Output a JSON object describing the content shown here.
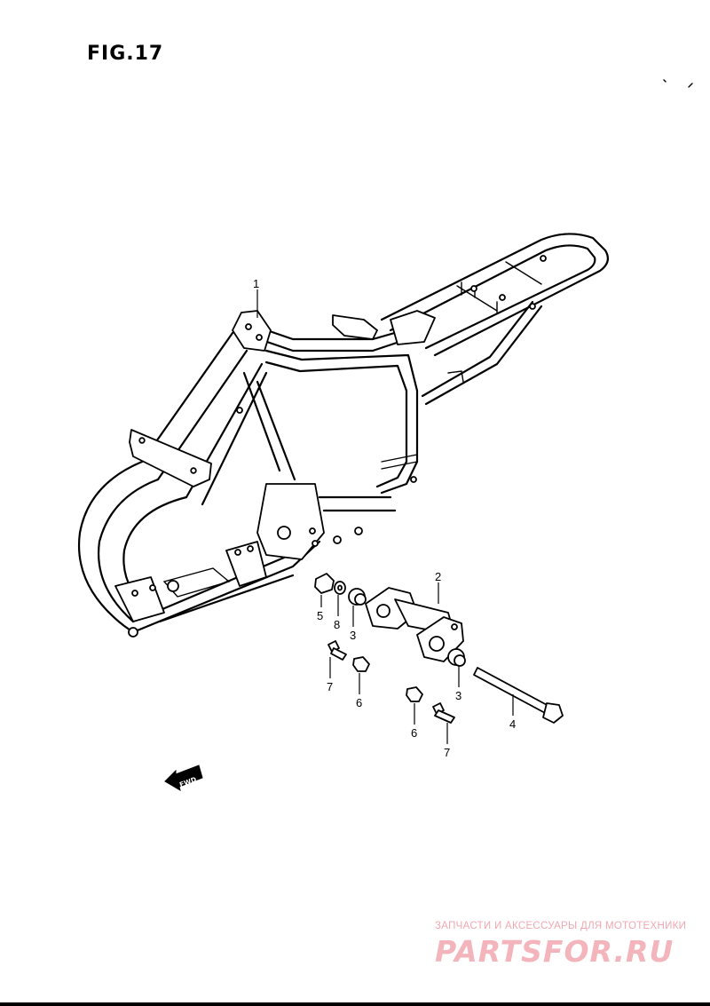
{
  "figure": {
    "title": "FIG.17"
  },
  "callouts": [
    {
      "id": "callout-1",
      "label": "1"
    },
    {
      "id": "callout-2",
      "label": "2"
    },
    {
      "id": "callout-3a",
      "label": "3"
    },
    {
      "id": "callout-3b",
      "label": "3"
    },
    {
      "id": "callout-4",
      "label": "4"
    },
    {
      "id": "callout-5",
      "label": "5"
    },
    {
      "id": "callout-6a",
      "label": "6"
    },
    {
      "id": "callout-6b",
      "label": "6"
    },
    {
      "id": "callout-7a",
      "label": "7"
    },
    {
      "id": "callout-7b",
      "label": "7"
    },
    {
      "id": "callout-8",
      "label": "8"
    }
  ],
  "fwd_arrow": {
    "label": "FWD",
    "icon": "fwd-arrow-icon"
  },
  "watermark": {
    "tagline": "ЗАПЧАСТИ И АКСЕССУАРЫ ДЛЯ МОТОТЕХНИКИ",
    "logo_text": "PARTSFOR.RU",
    "color": "#f3b4bb"
  }
}
